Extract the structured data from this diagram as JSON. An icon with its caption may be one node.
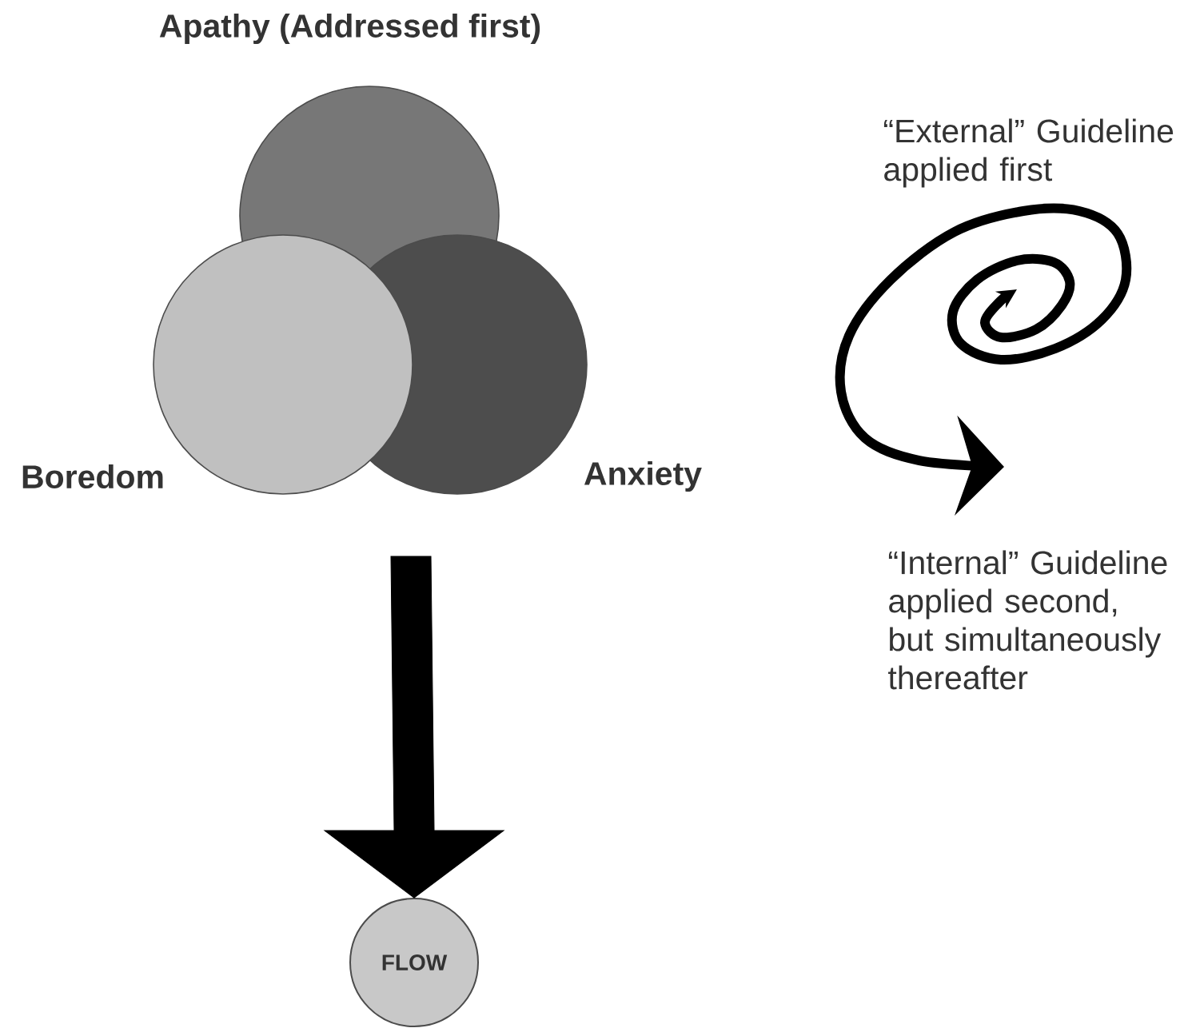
{
  "diagram": {
    "nodes": [
      {
        "text": [
          "Apathy (Addressed first)"
        ]
      },
      {
        "text": [
          "Boredom"
        ]
      },
      {
        "text": [
          "Anxiety"
        ]
      },
      {
        "text": [
          "FLOW"
        ]
      }
    ],
    "edges": [
      {
        "from": null,
        "to": 3,
        "arrow": "to",
        "style": "thick"
      }
    ],
    "labels": [
      "“External” Guideline applied first",
      "“Internal” Guideline applied second, but simultaneously thereafter"
    ]
  }
}
